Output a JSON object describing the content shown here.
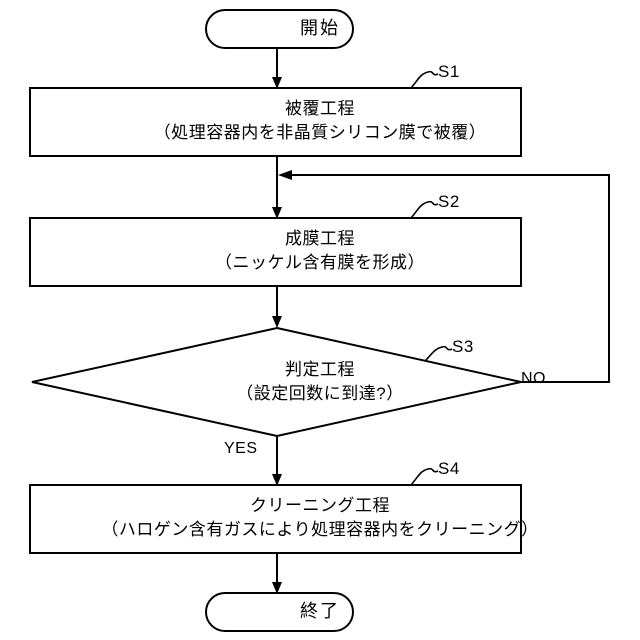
{
  "diagram": {
    "type": "flowchart",
    "orientation": "vertical",
    "language": "ja",
    "line_color": "#000000",
    "background_color": "#ffffff",
    "nodes": [
      {
        "id": "start",
        "shape": "stadium",
        "label": "開始"
      },
      {
        "id": "s1",
        "shape": "rectangle",
        "step_id": "S1",
        "title": "被覆工程",
        "detail": "（処理容器内を非晶質シリコン膜で被覆）"
      },
      {
        "id": "s2",
        "shape": "rectangle",
        "step_id": "S2",
        "title": "成膜工程",
        "detail": "（ニッケル含有膜を形成）"
      },
      {
        "id": "s3",
        "shape": "diamond",
        "step_id": "S3",
        "title": "判定工程",
        "detail": "（設定回数に到達?）"
      },
      {
        "id": "s4",
        "shape": "rectangle",
        "step_id": "S4",
        "title": "クリーニング工程",
        "detail": "（ハロゲン含有ガスにより処理容器内をクリーニング）"
      },
      {
        "id": "end",
        "shape": "stadium",
        "label": "終了"
      }
    ],
    "branches": {
      "yes": "YES",
      "no": "NO"
    },
    "edges": [
      {
        "from": "start",
        "to": "s1",
        "label": ""
      },
      {
        "from": "s1",
        "to": "s2",
        "label": ""
      },
      {
        "from": "s2",
        "to": "s3",
        "label": ""
      },
      {
        "from": "s3",
        "to": "s4",
        "label": "YES"
      },
      {
        "from": "s3",
        "to": "s2",
        "label": "NO"
      },
      {
        "from": "s4",
        "to": "end",
        "label": ""
      }
    ]
  }
}
